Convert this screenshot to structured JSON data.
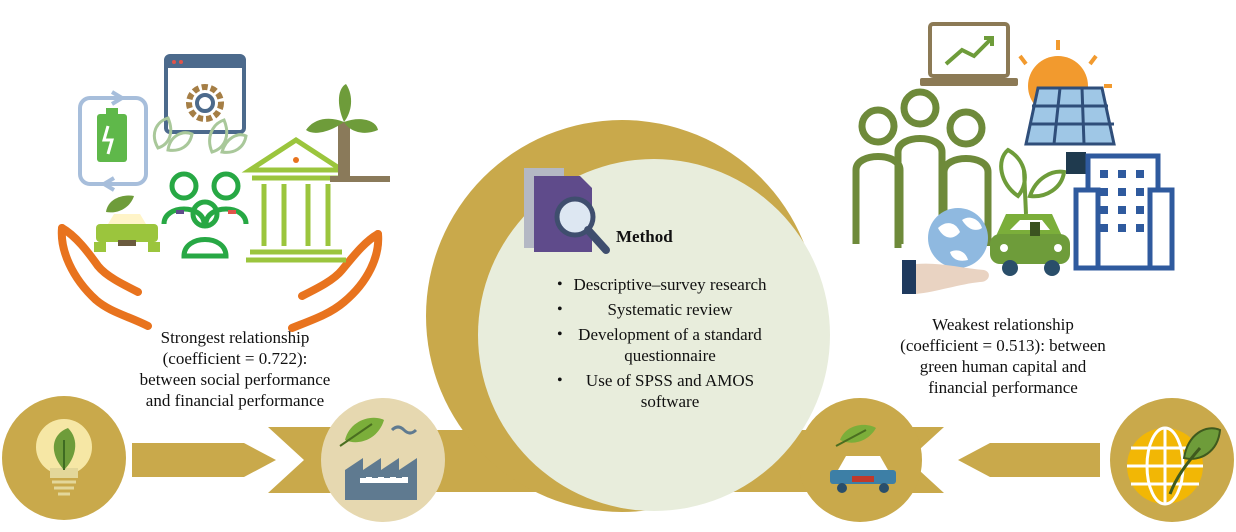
{
  "left_relationship": {
    "line1": "Strongest relationship",
    "line2": "(coefficient = 0.722):",
    "line3": "between social performance",
    "line4": "and financial performance"
  },
  "right_relationship": {
    "line1": "Weakest relationship",
    "line2": "(coefficient = 0.513): between",
    "line3": "green human capital and",
    "line4": "financial performance"
  },
  "method": {
    "title": "Method",
    "items": [
      "Descriptive–survey research",
      "Systematic review",
      "Development of a standard questionnaire",
      "Use of SPSS and AMOS software"
    ]
  },
  "colors": {
    "gold": "#C9A94B",
    "gold_dark": "#B8933A",
    "circle_fill": "#E8EDDC",
    "orange": "#E8731E",
    "green": "#27A844",
    "olive": "#7A9A3E",
    "navy": "#2F4E7A",
    "purple": "#5F4B8B"
  },
  "icons": [
    "lightbulb-leaf-icon",
    "factory-leaf-icon",
    "car-leaf-icon",
    "globe-leaf-icon",
    "hands-icon",
    "battery-recycle-icon",
    "gear-window-icon",
    "leaves-icon",
    "people-group-icon",
    "bank-icon",
    "wind-turbine-icon",
    "document-search-icon",
    "laptop-chart-icon",
    "sun-solar-panel-icon",
    "people-silhouette-icon",
    "plant-icon",
    "electric-car-icon",
    "building-icon",
    "hand-globe-icon"
  ]
}
